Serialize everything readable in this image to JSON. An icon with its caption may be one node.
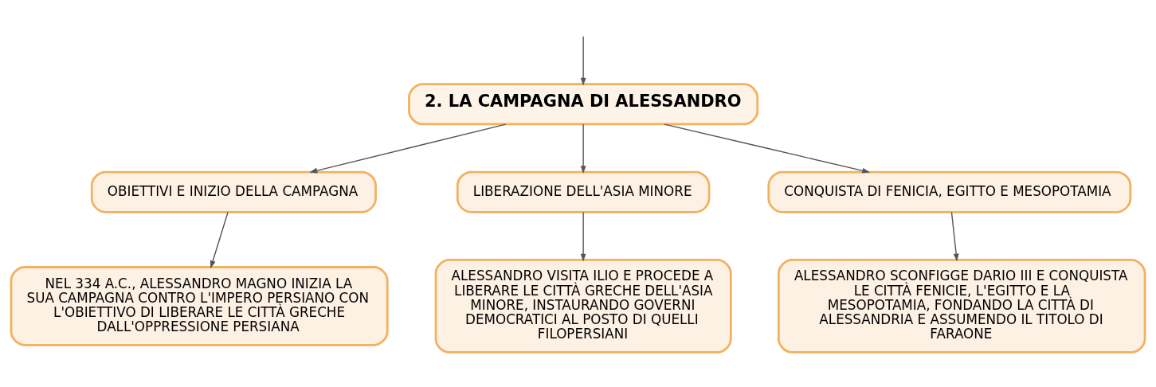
{
  "diagram": {
    "nodes": [
      {
        "text": [
          "2. LA CAMPAGNA DI ALESSANDRO"
        ]
      },
      {
        "text": [
          "OBIETTIVI E INIZIO DELLA CAMPAGNA"
        ]
      },
      {
        "text": [
          "LIBERAZIONE DELL'ASIA MINORE"
        ]
      },
      {
        "text": [
          "CONQUISTA DI FENICIA, EGITTO E MESOPOTAMIA"
        ]
      },
      {
        "text": [
          "NEL 334 A.C., ALESSANDRO MAGNO INIZIA LA SUA CAMPAGNA CONTRO L'IMPERO PERSIANO CON L'OBIETTIVO DI LIBERARE LE CITTÀ GRECHE DALL'OPPRESSIONE PERSIANA"
        ]
      },
      {
        "text": [
          "ALESSANDRO VISITA ILIO E PROCEDE A LIBERARE LE CITTÀ GRECHE DELL'ASIA MINORE, INSTAURANDO GOVERNI DEMOCRATICI AL POSTO DI QUELLI FILOPERSIANI"
        ]
      },
      {
        "text": [
          "ALESSANDRO SCONFIGGE DARIO III E CONQUISTA LE CITTÀ FENICIE, L'EGITTO E LA MESOPOTAMIA, FONDANDO LA CITTÀ DI ALESSANDRIA E ASSUMENDO IL TITOLO DI FARAONE"
        ]
      }
    ],
    "edges": [
      {
        "from": null,
        "to": 0,
        "arrow": "to"
      },
      {
        "from": 0,
        "to": 1,
        "arrow": "to"
      },
      {
        "from": 0,
        "to": 2,
        "arrow": "to"
      },
      {
        "from": 0,
        "to": 3,
        "arrow": "to"
      },
      {
        "from": 1,
        "to": 4,
        "arrow": "to"
      },
      {
        "from": 2,
        "to": 5,
        "arrow": "to"
      },
      {
        "from": 3,
        "to": 6,
        "arrow": "to"
      }
    ]
  }
}
